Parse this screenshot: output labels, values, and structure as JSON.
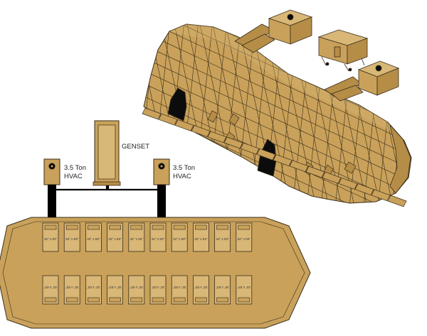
{
  "colors": {
    "tan": "#c9a15a",
    "tan_dark": "#b68d47",
    "tan_light": "#d8b777",
    "line": "#3a2e1a",
    "opening": "#0c0c0c",
    "duct": "#000000",
    "background": "#ffffff"
  },
  "labels": {
    "genset": "GENSET",
    "hvac_left_line1": "3.5 Ton",
    "hvac_left_line2": "HVAC",
    "hvac_right_line1": "3.5 Ton",
    "hvac_right_line2": "HVAC"
  },
  "floorplan": {
    "cot_label": "32\" x 83\"",
    "cots_per_row": 10,
    "rows": 2
  },
  "icons": [
    "genset-unit",
    "hvac-unit",
    "geodesic-shelter",
    "trailer-unit",
    "cot"
  ]
}
